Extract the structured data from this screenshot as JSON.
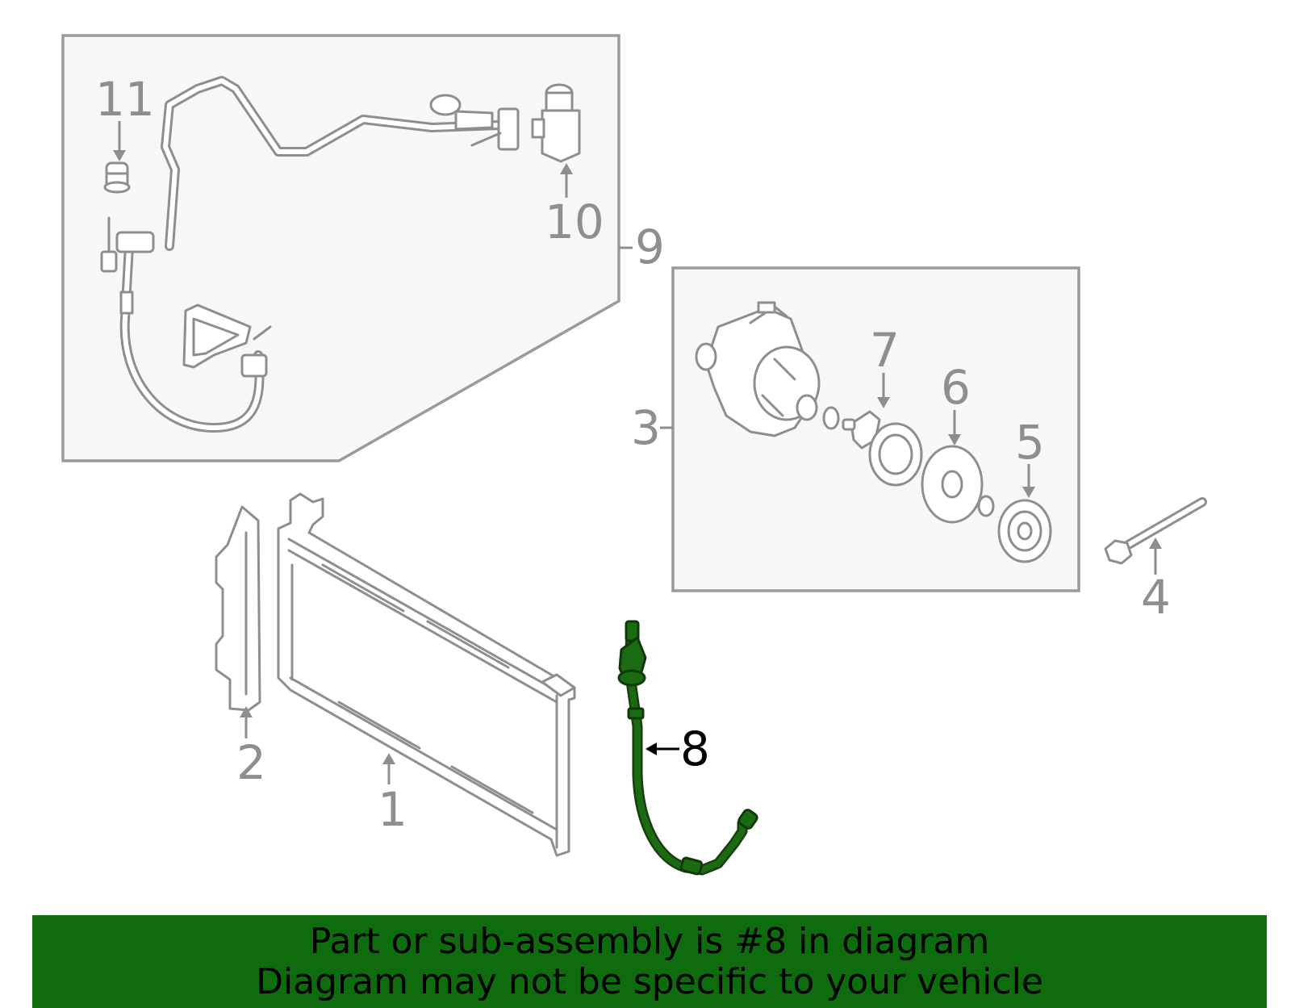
{
  "callouts": {
    "c1": "1",
    "c2": "2",
    "c3": "3",
    "c4": "4",
    "c5": "5",
    "c6": "6",
    "c7": "7",
    "c8": "8",
    "c9": "9",
    "c10": "10",
    "c11": "11"
  },
  "highlighted_part": "8",
  "colors": {
    "highlight": "#1b6b12",
    "banner": "#0e6b0e",
    "line_art": "#8e8e8e"
  },
  "banner": {
    "line1": "Part or sub-assembly is #8 in diagram",
    "line2": "Diagram may not be specific to your vehicle"
  }
}
